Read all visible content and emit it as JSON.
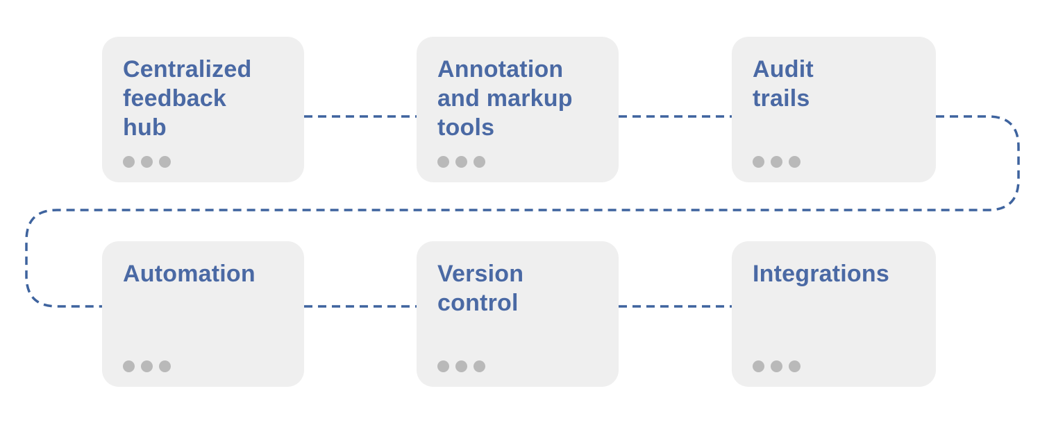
{
  "diagram": {
    "type": "process-flow",
    "connector_style": "dashed snake path linking all six cards in reading order",
    "colors": {
      "background": "#ffffff",
      "card_background": "#efefef",
      "title_text": "#4a69a4",
      "connector_line": "#3e639e",
      "dots": "#b9b9b9"
    },
    "cards": [
      {
        "label": "Centralized\nfeedback\nhub",
        "icon": "ellipsis-dots"
      },
      {
        "label": "Annotation\nand markup\ntools",
        "icon": "ellipsis-dots"
      },
      {
        "label": "Audit\ntrails",
        "icon": "ellipsis-dots"
      },
      {
        "label": "Automation",
        "icon": "ellipsis-dots"
      },
      {
        "label": "Version\ncontrol",
        "icon": "ellipsis-dots"
      },
      {
        "label": "Integrations",
        "icon": "ellipsis-dots"
      }
    ]
  }
}
